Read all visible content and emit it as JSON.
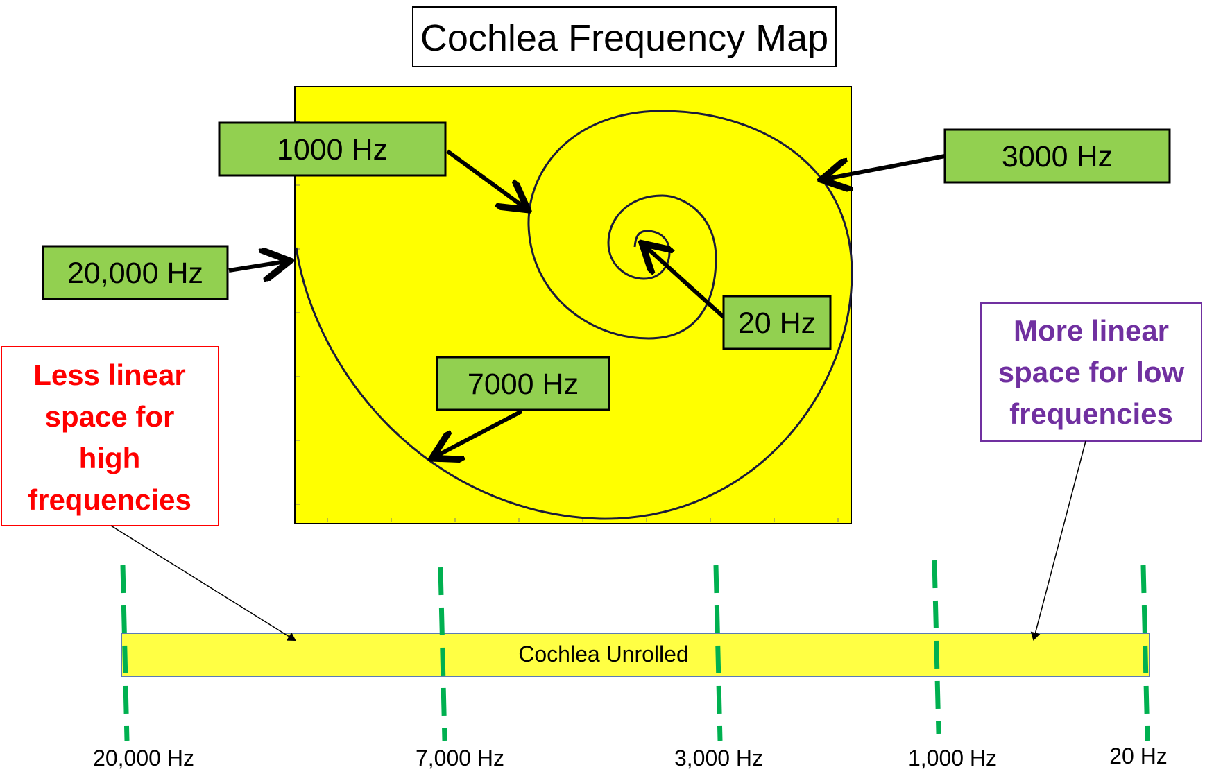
{
  "title": "Cochlea Frequency Map",
  "spiral_labels": {
    "hz_1000": "1000 Hz",
    "hz_3000": "3000 Hz",
    "hz_20000": "20,000 Hz",
    "hz_20": "20 Hz",
    "hz_7000": "7000 Hz"
  },
  "notes": {
    "less_linear": [
      "Less linear",
      "space for",
      "high",
      "frequencies"
    ],
    "more_linear": [
      "More linear",
      "space for low",
      "frequencies"
    ]
  },
  "unrolled": {
    "label": "Cochlea Unrolled",
    "ticks": [
      "20,000 Hz",
      "7,000 Hz",
      "3,000 Hz",
      "1,000 Hz",
      "20 Hz"
    ]
  },
  "colors": {
    "spiral_background": "#ffff00",
    "unrolled_bar": "#ffff44",
    "label_box": "#92d050",
    "divider": "#00b050",
    "less_linear_note": "#ff0000",
    "more_linear_note": "#7030a0"
  }
}
